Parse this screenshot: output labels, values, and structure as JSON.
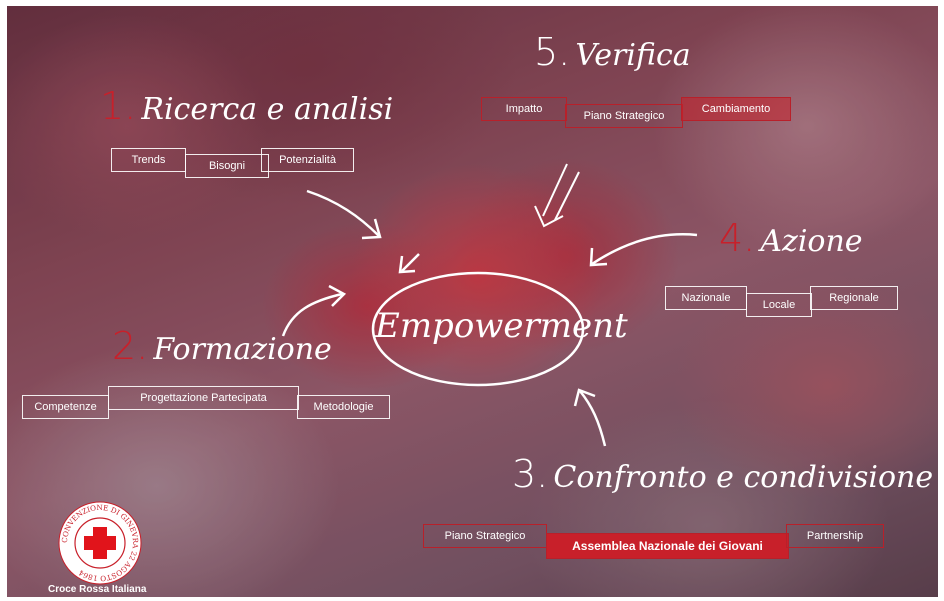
{
  "center": {
    "label": "Empowerment"
  },
  "steps": [
    {
      "number": "1.",
      "title": "Ricerca e analisi",
      "tags": [
        "Trends",
        "Bisogni",
        "Potenzialità"
      ]
    },
    {
      "number": "2.",
      "title": "Formazione",
      "tags": [
        "Competenze",
        "Progettazione Partecipata",
        "Metodologie"
      ]
    },
    {
      "number": "3.",
      "title": "Confronto e condivisione",
      "tags": [
        "Piano Strategico",
        "Assemblea Nazionale dei Giovani",
        "Partnership"
      ]
    },
    {
      "number": "4.",
      "title": "Azione",
      "tags": [
        "Nazionale",
        "Locale",
        "Regionale"
      ]
    },
    {
      "number": "5.",
      "title": "Verifica",
      "tags": [
        "Impatto",
        "Piano Strategico",
        "Cambiamento"
      ]
    }
  ],
  "logo": {
    "ring_text": "CONVENZIONE DI GINEVRA 22 AGOSTO 1864",
    "caption": "Croce Rossa Italiana",
    "icon": "red-cross-icon"
  },
  "colors": {
    "accent_red": "#c8202a",
    "white": "#ffffff"
  }
}
